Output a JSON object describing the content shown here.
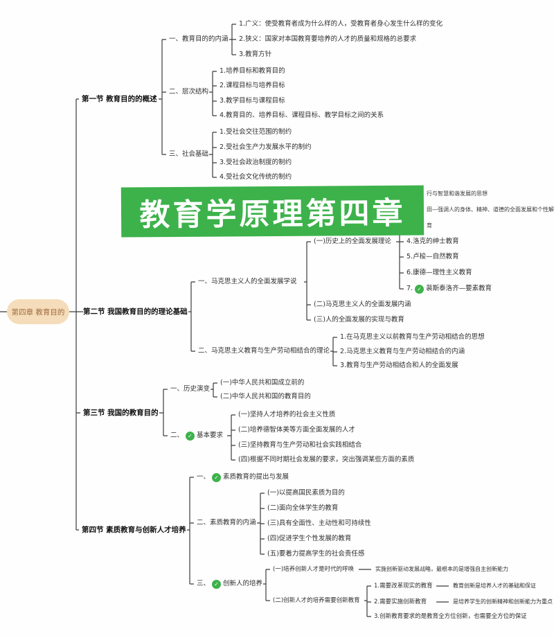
{
  "icons": {
    "check": "✓"
  },
  "banner": {
    "text": "教育学原理第四章",
    "color": "#3db24b"
  },
  "root": {
    "label": "第四章 教育目的"
  },
  "covered_fragments": {
    "f1": "行与智慧和谐发展的思想",
    "f2": "田—强调人的身体、精神、道德的全面发展和个性解放",
    "f3": "育"
  },
  "s1": {
    "title": "第一节 教育目的的概述",
    "b1": {
      "label": "一、教育目的的内涵",
      "i1": "1.广义：使受教育者成为什么样的人，受教育者身心发生什么样的变化",
      "i2": "2.狭义：国家对本国教育要培养的人才的质量和规格的总要求",
      "i3": "3.教育方针"
    },
    "b2": {
      "label": "二、层次结构",
      "i1": "1.培养目标和教育目的",
      "i2": "2.课程目标与培养目标",
      "i3": "3.教学目标与课程目标",
      "i4": "4.教育目的、培养目标、课程目标、教学目标之间的关系"
    },
    "b3": {
      "label": "三、社会基础",
      "i1": "1.受社会交往范围的制约",
      "i2": "2.受社会生产力发展水平的制约",
      "i3": "3.受社会政治制度的制约",
      "i4": "4.受社会文化传统的制约"
    }
  },
  "s2": {
    "title": "第二节 我国教育目的的理论基础",
    "b1": {
      "label": "一、马克思主义人的全面发展学说",
      "c1": {
        "label": "(一)历史上的全面发展理论",
        "i4": "4.洛克的绅士教育",
        "i5": "5.卢梭—自然教育",
        "i6": "6.康德—理性主义教育",
        "i7_num": "7.",
        "i7_text": "裴斯泰洛齐—要素教育"
      },
      "c2": "(二)马克思主义人的全面发展内涵",
      "c3": "(三)人的全面发展的实现与教育"
    },
    "b2": {
      "label": "二、马克思主义教育与生产劳动相结合的理论",
      "i1": "1.在马克思主义以前教育与生产劳动相结合的思想",
      "i2": "2.马克思主义教育与生产劳动相结合的内涵",
      "i3": "3.教育与生产劳动相结合和人的全面发展"
    }
  },
  "s3": {
    "title": "第三节 我国的教育目的",
    "b1": {
      "label": "一、历史演变",
      "i1": "(一)中华人民共和国成立前的",
      "i2": "(二)中华人民共和国的教育目的"
    },
    "b2": {
      "num": "二、",
      "label": "基本要求",
      "i1": "(一)坚持人才培养的社会主义性质",
      "i2": "(二)培养德智体美等方面全面发展的人才",
      "i3": "(三)坚持教育与生产劳动和社会实践相结合",
      "i4": "(四)根据不同时期社会发展的要求，突出强调某些方面的素质"
    }
  },
  "s4": {
    "title": "第四节 素质教育与创新人才培养",
    "b1": {
      "num": "一、",
      "label": "素质教育的提出与发展"
    },
    "b2": {
      "label": "二、素质教育的内涵",
      "i1": "(一)以提高国民素质为目的",
      "i2": "(二)面向全体学生的教育",
      "i3": "(三)具有全面性、主动性和可持续性",
      "i4": "(四)促进学生个性发展的教育",
      "i5": "(五)要着力提高学生的社会责任感"
    },
    "b3": {
      "num": "三、",
      "label": "创新人的培养",
      "c1": {
        "label": "(一)培养创新人才是时代的呼唤",
        "note": "实施创新驱动发展战略，最根本的是增强自主创新能力"
      },
      "c2": {
        "label": "(二)创新人才的培养需要创新教育",
        "r1": {
          "label": "1.需要改革现实的教育",
          "note": "教育创新是培养人才的基础和保证"
        },
        "r2": {
          "label": "2.需要实施创新教育",
          "note": "是培养学生的创新精神和创新能力为重点"
        },
        "r3": {
          "label": "3.创新教育要求的是教育全方位创新，也需要全方位的保证"
        }
      }
    }
  }
}
